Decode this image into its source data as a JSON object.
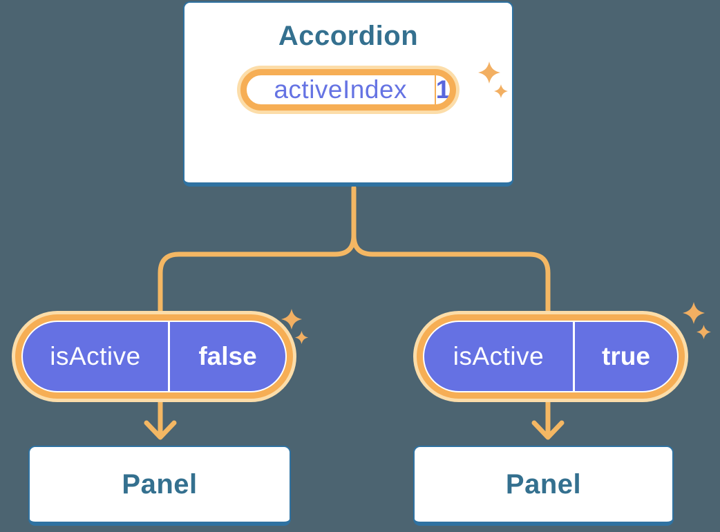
{
  "accordion": {
    "title": "Accordion",
    "state": {
      "name": "activeIndex",
      "value": "1"
    }
  },
  "nodes": [
    {
      "state": {
        "name": "isActive",
        "value": "false"
      },
      "panel_label": "Panel"
    },
    {
      "state": {
        "name": "isActive",
        "value": "true"
      },
      "panel_label": "Panel"
    }
  ],
  "icons": {
    "sparkle": "sparkle-icon",
    "arrow_down": "arrow-down-icon"
  },
  "colors": {
    "background": "#4C6471",
    "card_border": "#2F72A1",
    "heading_text": "#34708F",
    "pill_purple": "#6571E3",
    "state_name_text": "#6573E3",
    "state_value_text": "#5966DC",
    "orange_line": "#F4B763",
    "orange_ring": "#F6AE55",
    "orange_glow": "#FCDDA9",
    "sparkle": "#F2AF62"
  }
}
